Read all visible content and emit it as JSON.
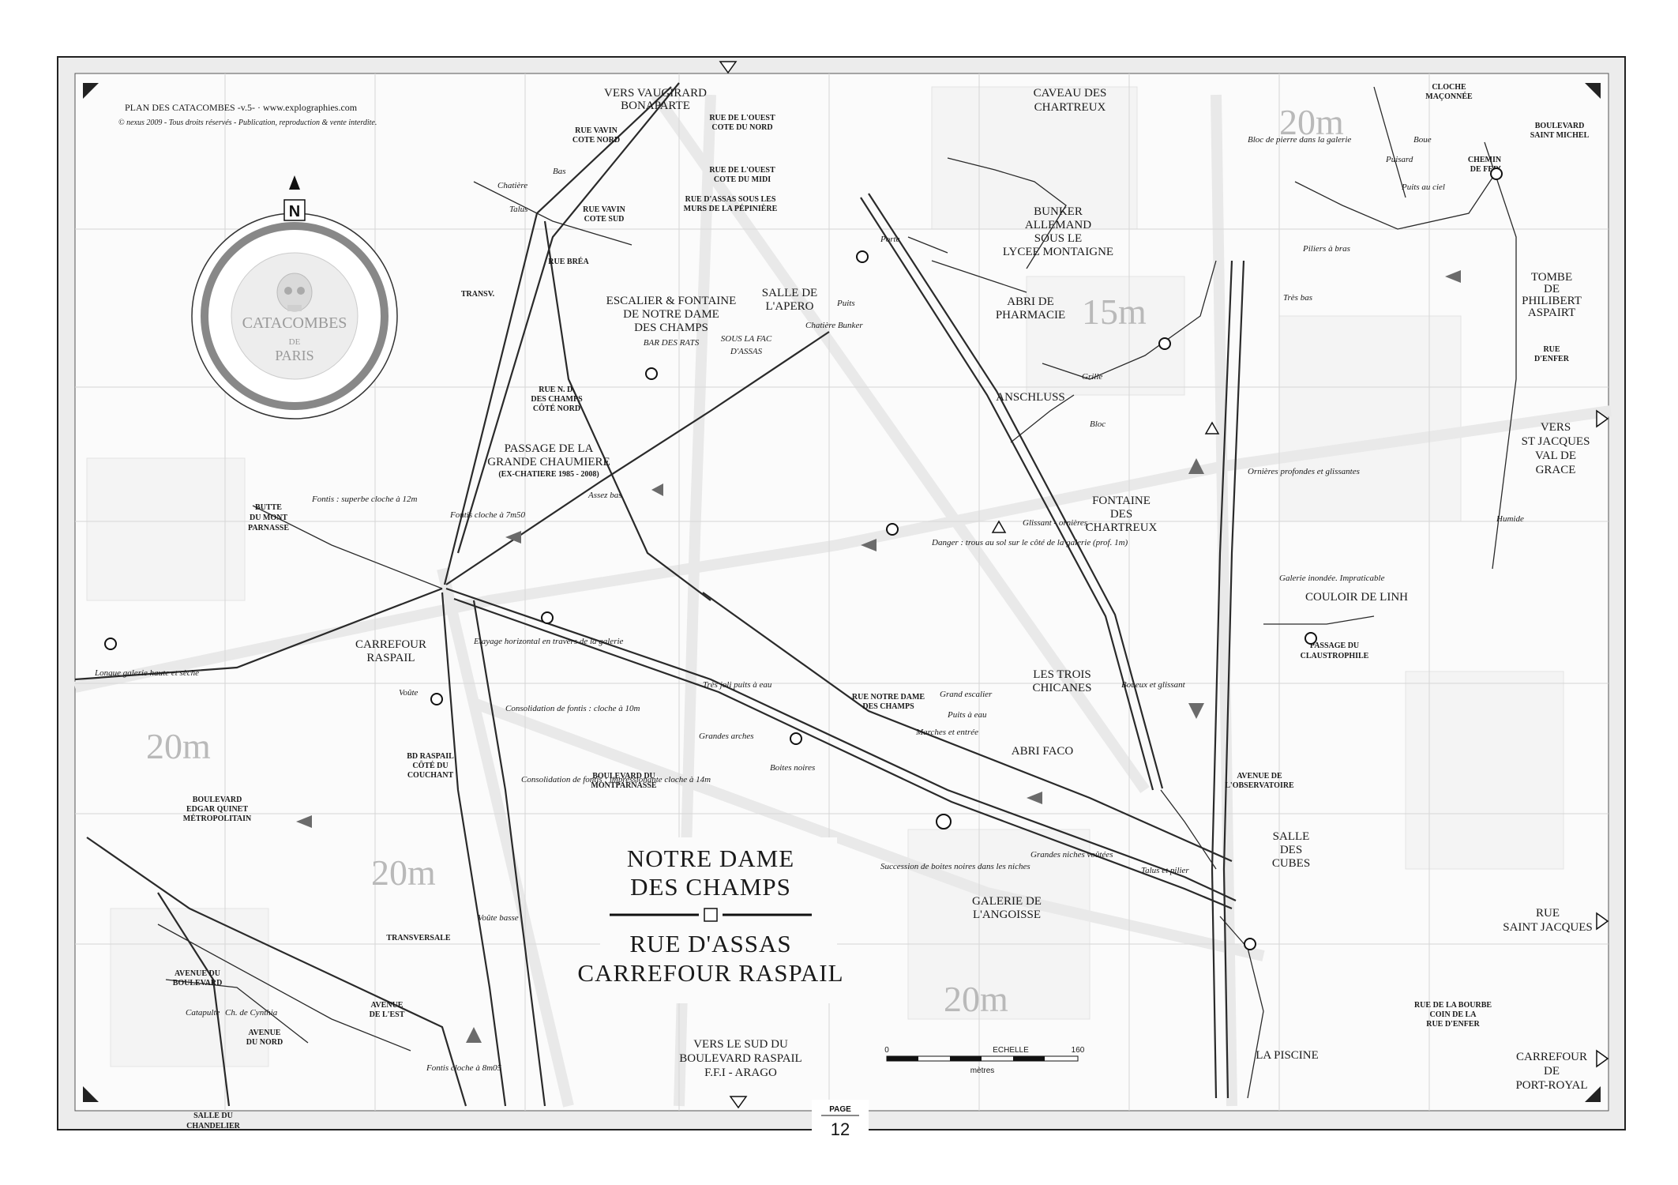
{
  "header": {
    "title": "PLAN DES CATACOMBES -v.5- · www.explographies.com",
    "copyright": "© nexus 2009 - Tous droits réservés - Publication, reproduction & vente interdite."
  },
  "compass": {
    "north": "N",
    "logo_line1": "CATACOMBES",
    "logo_line2": "DE",
    "logo_line3": "PARIS"
  },
  "sheet_title": {
    "line1": "NOTRE DAME",
    "line2": "DES CHAMPS",
    "line3": "RUE D'ASSAS",
    "line4": "CARREFOUR RASPAIL"
  },
  "page": {
    "label": "PAGE",
    "number": "12"
  },
  "scale": {
    "label": "ECHELLE",
    "start": "0",
    "end": "160",
    "unit": "mètres"
  },
  "depth_marks": [
    "20m",
    "15m",
    "20m",
    "20m",
    "20m"
  ],
  "edge_labels": {
    "top": [
      "VERS VAUGIRARD",
      "BONAPARTE"
    ],
    "right_1": [
      "VERS",
      "ST JACQUES",
      "VAL DE",
      "GRACE"
    ],
    "right_2": [
      "RUE",
      "SAINT JACQUES"
    ],
    "right_3": [
      "CARREFOUR",
      "DE",
      "PORT-ROYAL"
    ],
    "bottom": [
      "VERS LE SUD DU",
      "BOULEVARD RASPAIL",
      "F.F.I - ARAGO"
    ]
  },
  "places": {
    "caveau": [
      "CAVEAU DES",
      "CHARTREUX"
    ],
    "bunker": [
      "BUNKER",
      "ALLEMAND",
      "SOUS LE",
      "LYCEE MONTAIGNE"
    ],
    "abri_pharmacie": [
      "ABRI DE",
      "PHARMACIE"
    ],
    "anschluss": "ANSCHLUSS",
    "fontaine": [
      "FONTAINE",
      "DES",
      "CHARTREUX"
    ],
    "salle_apero": [
      "SALLE DE",
      "L'APERO"
    ],
    "escalier": [
      "ESCALIER & FONTAINE",
      "DE NOTRE DAME",
      "DES CHAMPS"
    ],
    "bar_rats": "BAR DES RATS",
    "chaumiere": [
      "PASSAGE DE LA",
      "GRANDE CHAUMIERE"
    ],
    "chaumiere_sub": "(EX-CHATIERE 1985 - 2008)",
    "carrefour_raspail": [
      "CARREFOUR",
      "RASPAIL"
    ],
    "trois_chicanes": [
      "LES TROIS",
      "CHICANES"
    ],
    "abri_faco": "ABRI FACO",
    "galerie_angoisse": [
      "GALERIE DE",
      "L'ANGOISSE"
    ],
    "salle_cubes": [
      "SALLE",
      "DES",
      "CUBES"
    ],
    "piscine": "LA PISCINE",
    "couloir_linh": "COULOIR DE LINH",
    "claustrophile": [
      "PASSAGE DU",
      "CLAUSTROPHILE"
    ],
    "tombe": [
      "TOMBE",
      "DE",
      "PHILIBERT",
      "ASPAIRT"
    ],
    "salle_chandelier": [
      "SALLE DU",
      "CHANDELIER"
    ],
    "butte": [
      "BUTTE",
      "DU MONT",
      "PARNASSE"
    ],
    "sous_fac": [
      "SOUS LA FAC",
      "D'ASSAS"
    ]
  },
  "street_labels": [
    "RUE VAVIN",
    "COTE NORD",
    "RUE VAVIN",
    "COTE SUD",
    "RUE BRÉA",
    "RUE DE L'OUEST",
    "COTE DU NORD",
    "RUE DE L'OUEST",
    "COTE DU MIDI",
    "RUE D'ASSAS SOUS LES",
    "MURS DE LA PÉPINIÈRE",
    "RUE N. D.",
    "DES CHAMPS",
    "CÔTÉ NORD",
    "RUE NOTRE DAME",
    "DES CHAMPS",
    "BOULEVARD DU",
    "MONTPARNASSE",
    "AVENUE DE",
    "L'OBSERVATOIRE",
    "BOULEVARD",
    "SAINT MICHEL",
    "RUE",
    "D'ENFER",
    "CLOCHE",
    "MAÇONNÉE",
    "CHEMIN",
    "DE FER",
    "TRANSVERSALE",
    "TRANSV.",
    "BD RASPAIL",
    "CÔTÉ DU",
    "COUCHANT",
    "BOULEVARD",
    "EDGAR QUINET",
    "MÉTROPOLITAIN",
    "RUE DE LA BOURBE",
    "COIN DE LA",
    "RUE D'ENFER",
    "AVENUE DU",
    "BOULEVARD",
    "AVENUE",
    "DU NORD",
    "AVENUE",
    "DE L'EST"
  ],
  "notes": [
    "Chatière",
    "Talus",
    "Bas",
    "Porte",
    "Puits",
    "Chatière Bunker",
    "Grille",
    "Bloc",
    "Très bas",
    "Glissant - ornières -",
    "Danger : trous au sol sur le côté de la galerie (prof. 1m)",
    "Fontis : superbe cloche à 12m",
    "Fontis cloche à 7m50",
    "Etayage horizontal en travers de la galerie",
    "Consolidation de fontis : cloche à 10m",
    "Consolidation de fontis : impressionante cloche à 14m",
    "Très joli puits à eau",
    "Grand escalier",
    "Puits à eau",
    "Marches et entrée",
    "Grandes arches",
    "Boites noires",
    "Succession de boites noires dans les niches",
    "Grandes niches voûtées",
    "Talus et pilier",
    "Galerie inondée. Impraticable",
    "Longue galerie haute et sèche",
    "Ornières profondes et glissantes",
    "Boueux et glissant",
    "Voûte",
    "Voûte basse",
    "Catapulte",
    "Ch. de Cynthia",
    "Fontis cloche à 8m05",
    "Humide",
    "Bloc de pierre dans la galerie",
    "Puits au ciel",
    "Piliers à bras",
    "Puisard",
    "Boue",
    "Assez bas"
  ]
}
